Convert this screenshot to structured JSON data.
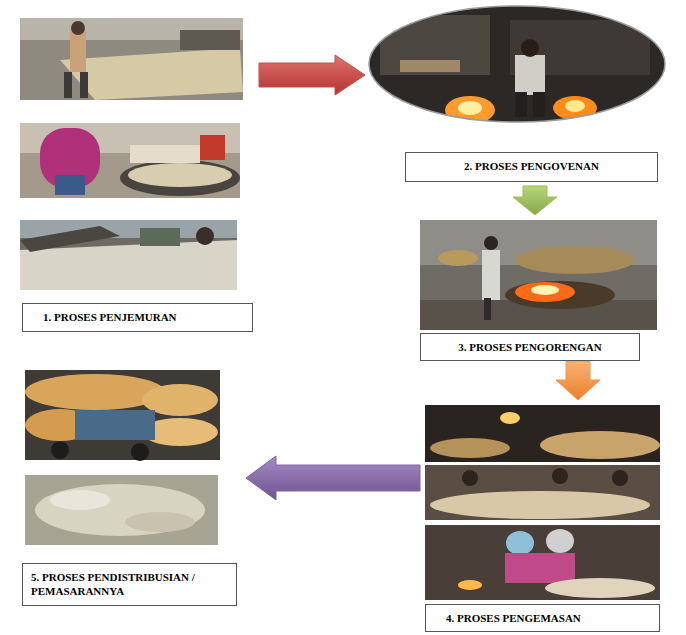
{
  "diagram": {
    "nodes": [
      {
        "text": [
          "1. PROSES PENJEMURAN"
        ]
      },
      {
        "text": [
          "2. PROSES PENGOVENAN"
        ]
      },
      {
        "text": [
          "3. PROSES PENGORENGAN"
        ]
      },
      {
        "text": [
          "4. PROSES PENGEMASAN"
        ]
      },
      {
        "text": [
          "5. PROSES PENDISTRIBUSIAN / PEMASARANNYA"
        ]
      }
    ],
    "edges": [
      {
        "from": 0,
        "to": 1,
        "arrow": "to"
      },
      {
        "from": 1,
        "to": 2,
        "arrow": "to"
      },
      {
        "from": 2,
        "to": 3,
        "arrow": "to"
      },
      {
        "from": 3,
        "to": 4,
        "arrow": "to"
      }
    ]
  }
}
